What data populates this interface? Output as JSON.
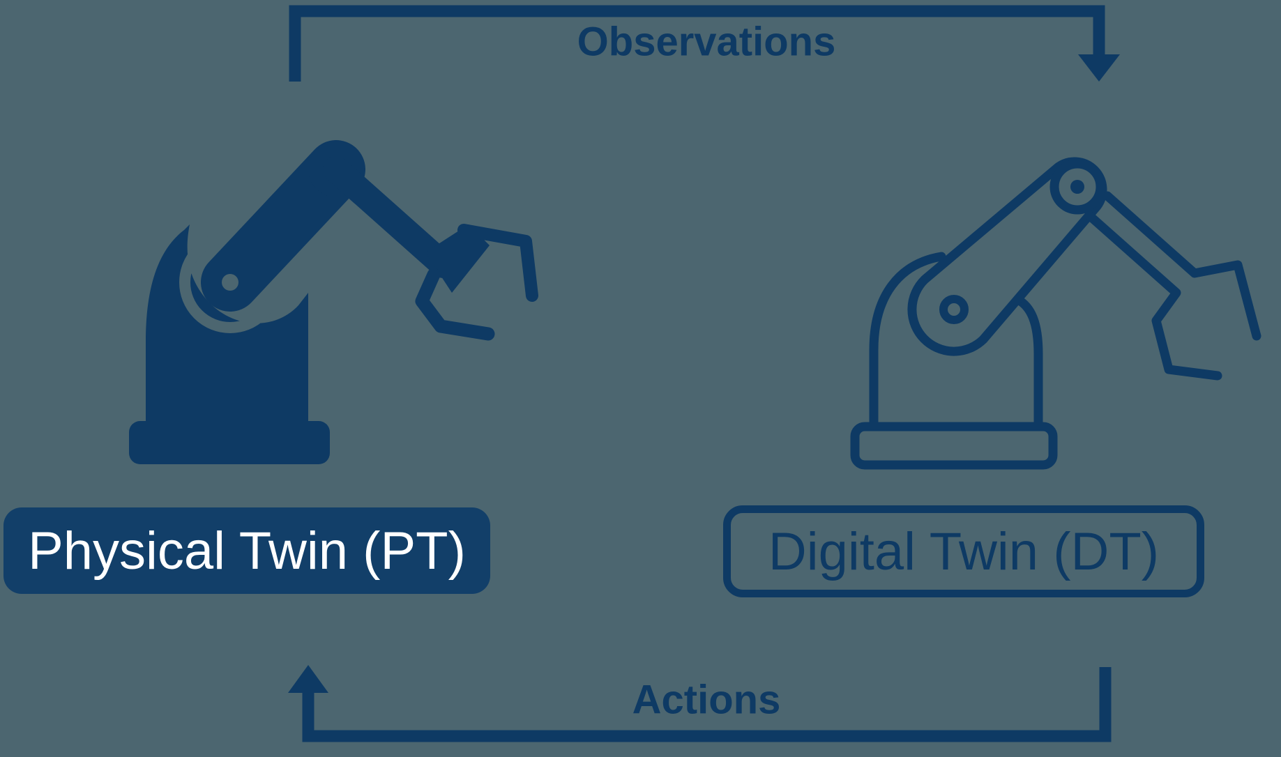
{
  "diagram": {
    "title_region": {
      "top_arrow_label": "Observations",
      "bottom_arrow_label": "Actions"
    },
    "nodes": {
      "left": {
        "label": "Physical Twin (PT)",
        "style": "filled",
        "icon": "robot-arm-filled-icon"
      },
      "right": {
        "label": "Digital Twin (DT)",
        "style": "outlined",
        "icon": "robot-arm-outline-icon"
      }
    },
    "arrows": [
      {
        "name": "observations-arrow",
        "from": "Physical Twin (PT)",
        "to": "Digital Twin (DT)",
        "direction": "left-to-right",
        "position": "top"
      },
      {
        "name": "actions-arrow",
        "from": "Digital Twin (DT)",
        "to": "Physical Twin (PT)",
        "direction": "right-to-left",
        "position": "bottom"
      }
    ],
    "colors": {
      "primary": "#0e3a64",
      "node_fill": "#123f69",
      "background": "#4c6670",
      "label_text_light": "#ffffff"
    }
  }
}
